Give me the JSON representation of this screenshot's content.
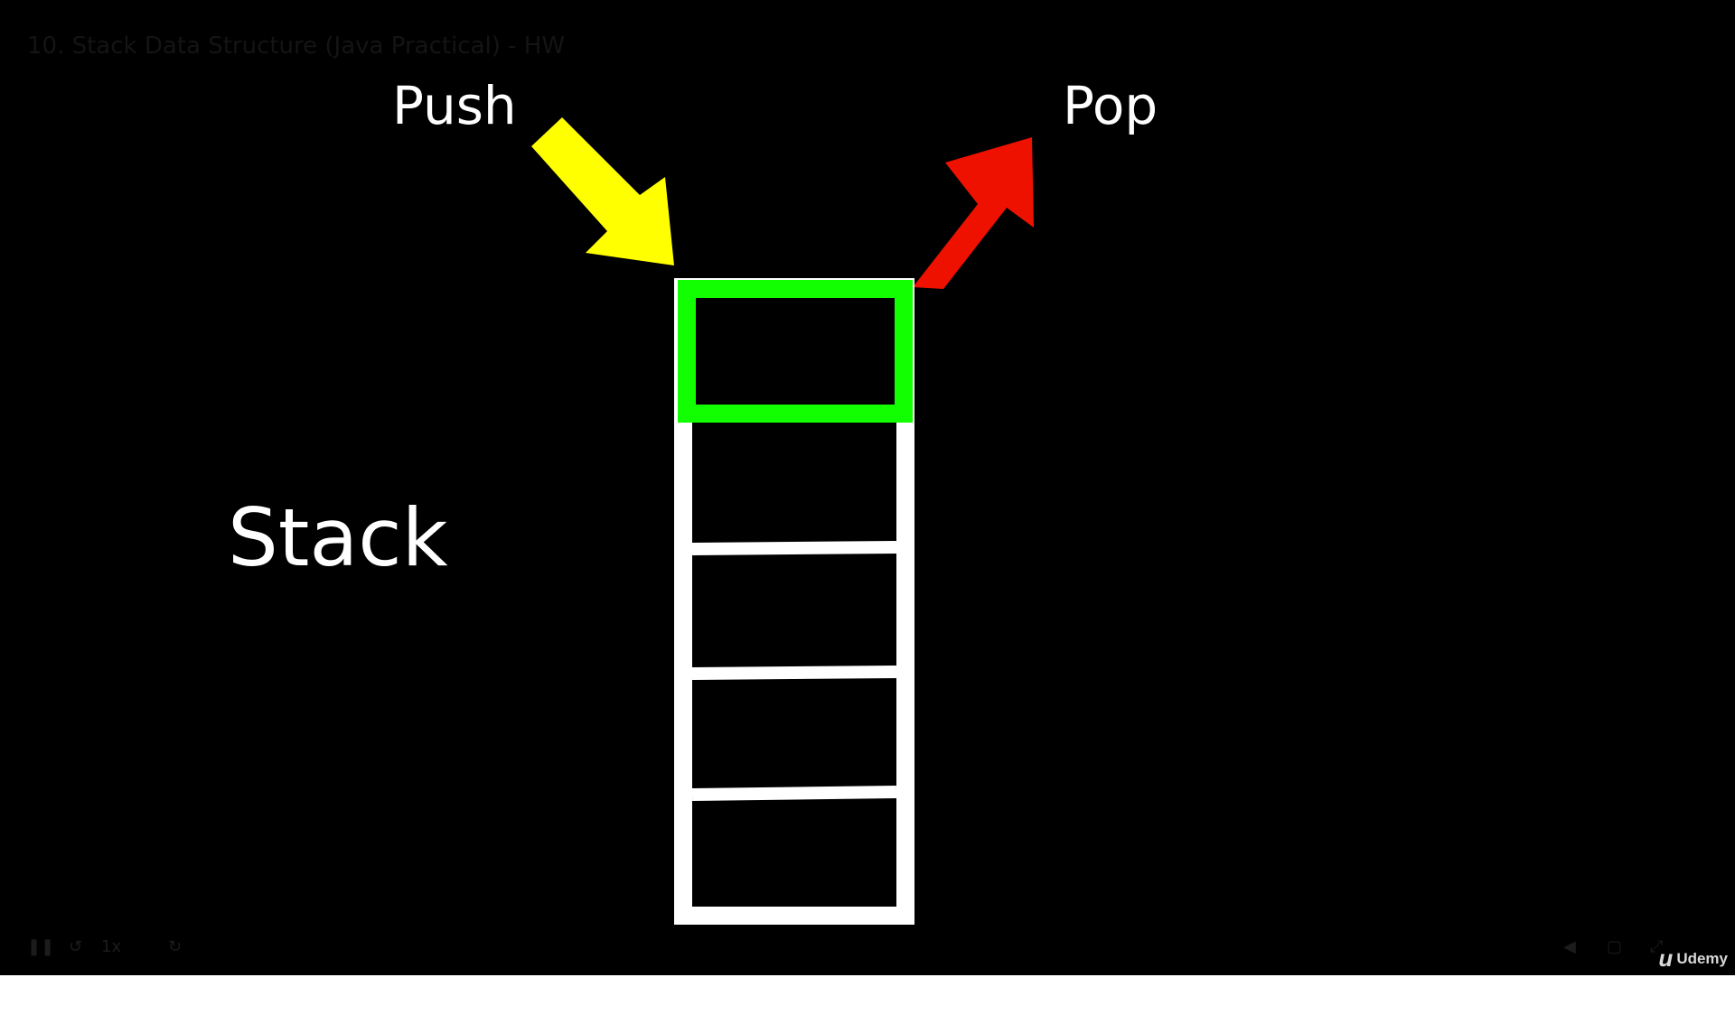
{
  "video": {
    "title": "10. Stack Data Structure (Java Practical) - HW",
    "brand": "Udemy"
  },
  "slide": {
    "push_label": "Push",
    "pop_label": "Pop",
    "stack_label": "Stack",
    "colors": {
      "background": "#000000",
      "push_arrow": "#ffff00",
      "pop_arrow": "#ee1100",
      "top_slot": "#11ff00",
      "stack_outline": "#ffffff"
    },
    "stack_slots": 5
  },
  "controls": {
    "icons": [
      "pause-icon",
      "rewind-icon",
      "speed-icon",
      "forward-icon"
    ],
    "speed": "1x",
    "time": "",
    "right_icons": [
      "volume-icon",
      "captions-icon",
      "fullscreen-icon"
    ]
  }
}
